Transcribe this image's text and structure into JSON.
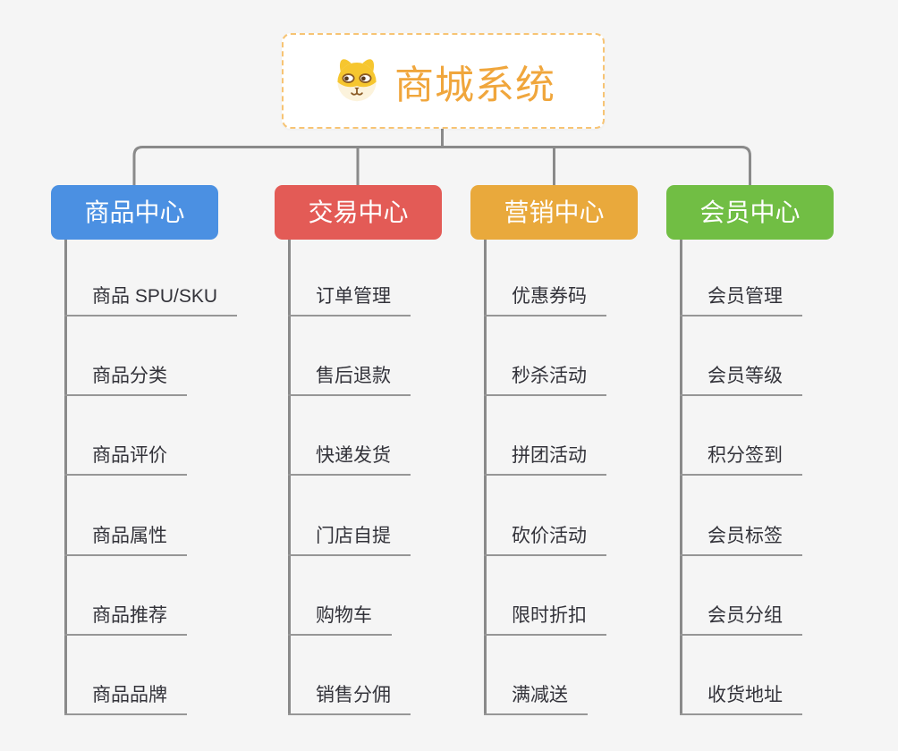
{
  "root": {
    "title": "商城系统",
    "icon": "shiba-dog-icon",
    "title_color": "#F0A63C",
    "border_color": "#F7C474"
  },
  "branches": [
    {
      "label": "商品中心",
      "color": "#4B90E2",
      "children": [
        "商品 SPU/SKU",
        "商品分类",
        "商品评价",
        "商品属性",
        "商品推荐",
        "商品品牌"
      ]
    },
    {
      "label": "交易中心",
      "color": "#E35B56",
      "children": [
        "订单管理",
        "售后退款",
        "快递发货",
        "门店自提",
        "购物车",
        "销售分佣"
      ]
    },
    {
      "label": "营销中心",
      "color": "#E9A93C",
      "children": [
        "优惠券码",
        "秒杀活动",
        "拼团活动",
        "砍价活动",
        "限时折扣",
        "满减送"
      ]
    },
    {
      "label": "会员中心",
      "color": "#71BE44",
      "children": [
        "会员管理",
        "会员等级",
        "积分签到",
        "会员标签",
        "会员分组",
        "收货地址"
      ]
    }
  ],
  "colors": {
    "background": "#F5F5F5",
    "connector_line": "#8A8A8A",
    "leaf_underline": "#969696",
    "leaf_text": "#33333A"
  }
}
